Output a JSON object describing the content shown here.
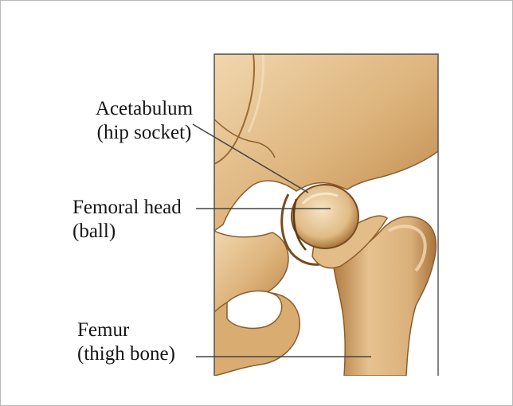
{
  "labels": {
    "acetabulum": {
      "line1": "Acetabulum",
      "line2": "(hip socket)"
    },
    "femoral_head": {
      "line1": "Femoral head",
      "line2": "(ball)"
    },
    "femur": {
      "line1": "Femur",
      "line2": "(thigh bone)"
    }
  },
  "colors": {
    "bone_light": "#e8c99a",
    "bone_mid": "#d3a66a",
    "bone_dark": "#9b6a34",
    "leader_line": "#444444",
    "panel_border": "#5a5a5a"
  }
}
